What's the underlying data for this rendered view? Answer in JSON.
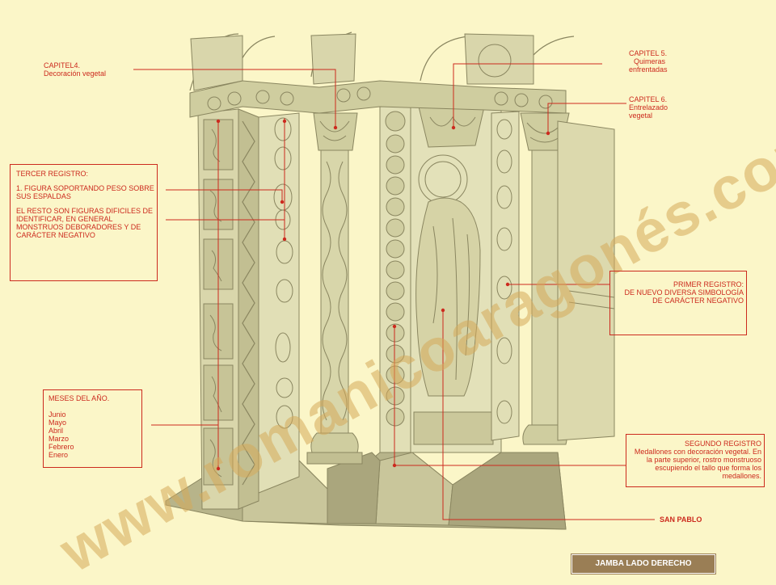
{
  "labels": {
    "capitel4": {
      "title": "CAPITEL4.",
      "text": "Decoración vegetal"
    },
    "capitel5": {
      "lines": [
        "CAPITEL 5.",
        "Quimeras",
        "enfrentadas"
      ]
    },
    "capitel6": {
      "lines": [
        "CAPITEL 6.",
        "Entrelazado",
        "vegetal"
      ]
    },
    "tercer_registro": {
      "title": "TERCER REGISTRO:",
      "item1": "1. FIGURA SOPORTANDO PESO SOBRE SUS ESPALDAS",
      "item2": "EL RESTO SON FIGURAS DIFICILES DE IDENTIFICAR, EN GENERAL MONSTRUOS DEBORADORES Y DE CARÁCTER NEGATIVO"
    },
    "meses": {
      "title": "MESES DEL AÑO.",
      "months": [
        "Junio",
        "Mayo",
        "Abril",
        "Marzo",
        "Febrero",
        "Enero"
      ]
    },
    "primer_registro": {
      "title": "PRIMER REGISTRO:",
      "text": "DE NUEVO DIVERSA SIMBOLOGÍA DE CARÁCTER NEGATIVO"
    },
    "segundo_registro": {
      "title": "SEGUNDO REGISTRO",
      "text": "Medallones con decoración vegetal. En la parte superior, rostro monstruoso escupiendo el tallo que forma los medallones."
    },
    "san_pablo": "SAN PABLO"
  },
  "footer": {
    "badge": "JAMBA LADO DERECHO"
  },
  "watermark": "www.romanicoaragonés.com",
  "colors": {
    "background": "#fbf6c8",
    "stone": "#d8d6aa",
    "stone_dark": "#9e9a6c",
    "annotation": "#cc2a1e",
    "badge": "#9a7e55"
  }
}
